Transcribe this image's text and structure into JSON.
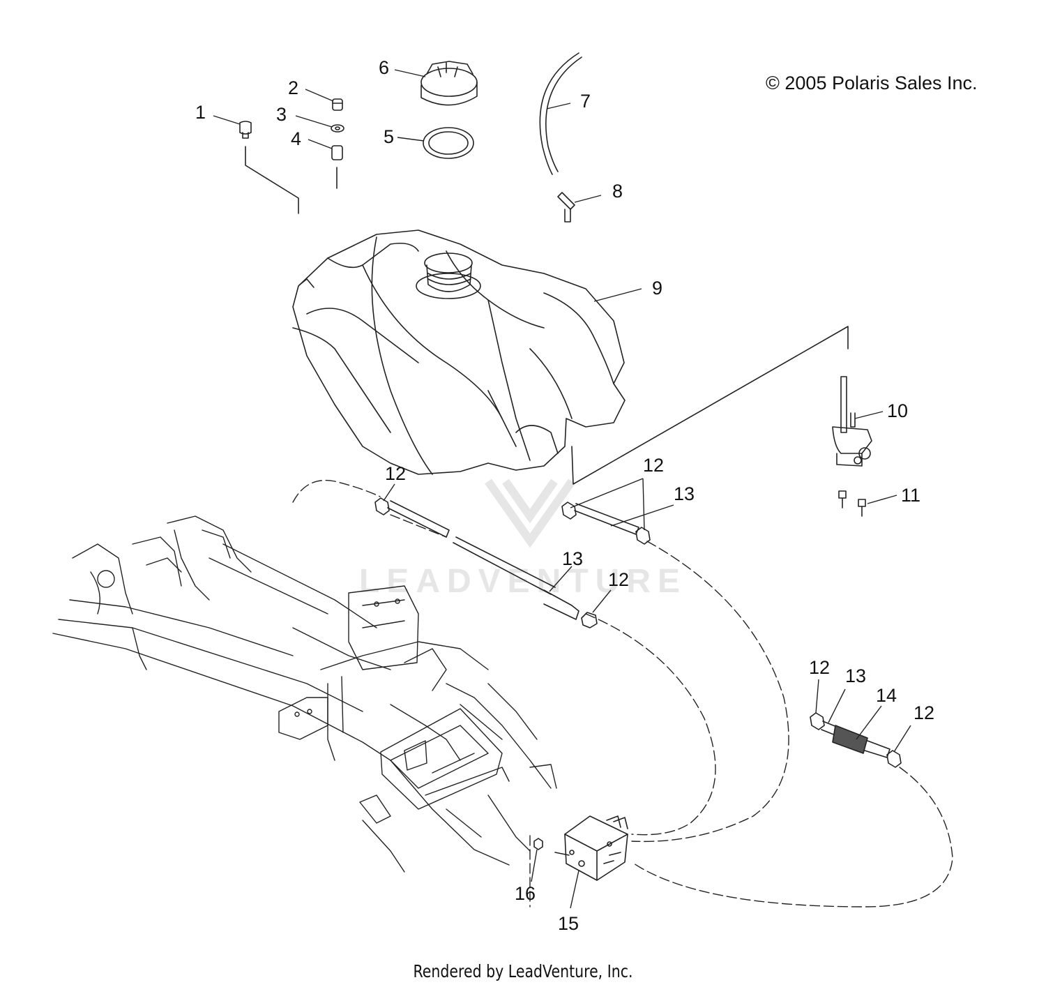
{
  "copyright": "© 2005 Polaris Sales Inc.",
  "footer": "Rendered by LeadVenture, Inc.",
  "watermark": "LEADVENTURE",
  "callouts": [
    "1",
    "2",
    "3",
    "4",
    "5",
    "6",
    "7",
    "8",
    "9",
    "10",
    "11",
    "12",
    "13",
    "12",
    "12",
    "13",
    "12",
    "13",
    "12",
    "13",
    "14",
    "12",
    "16",
    "15"
  ]
}
